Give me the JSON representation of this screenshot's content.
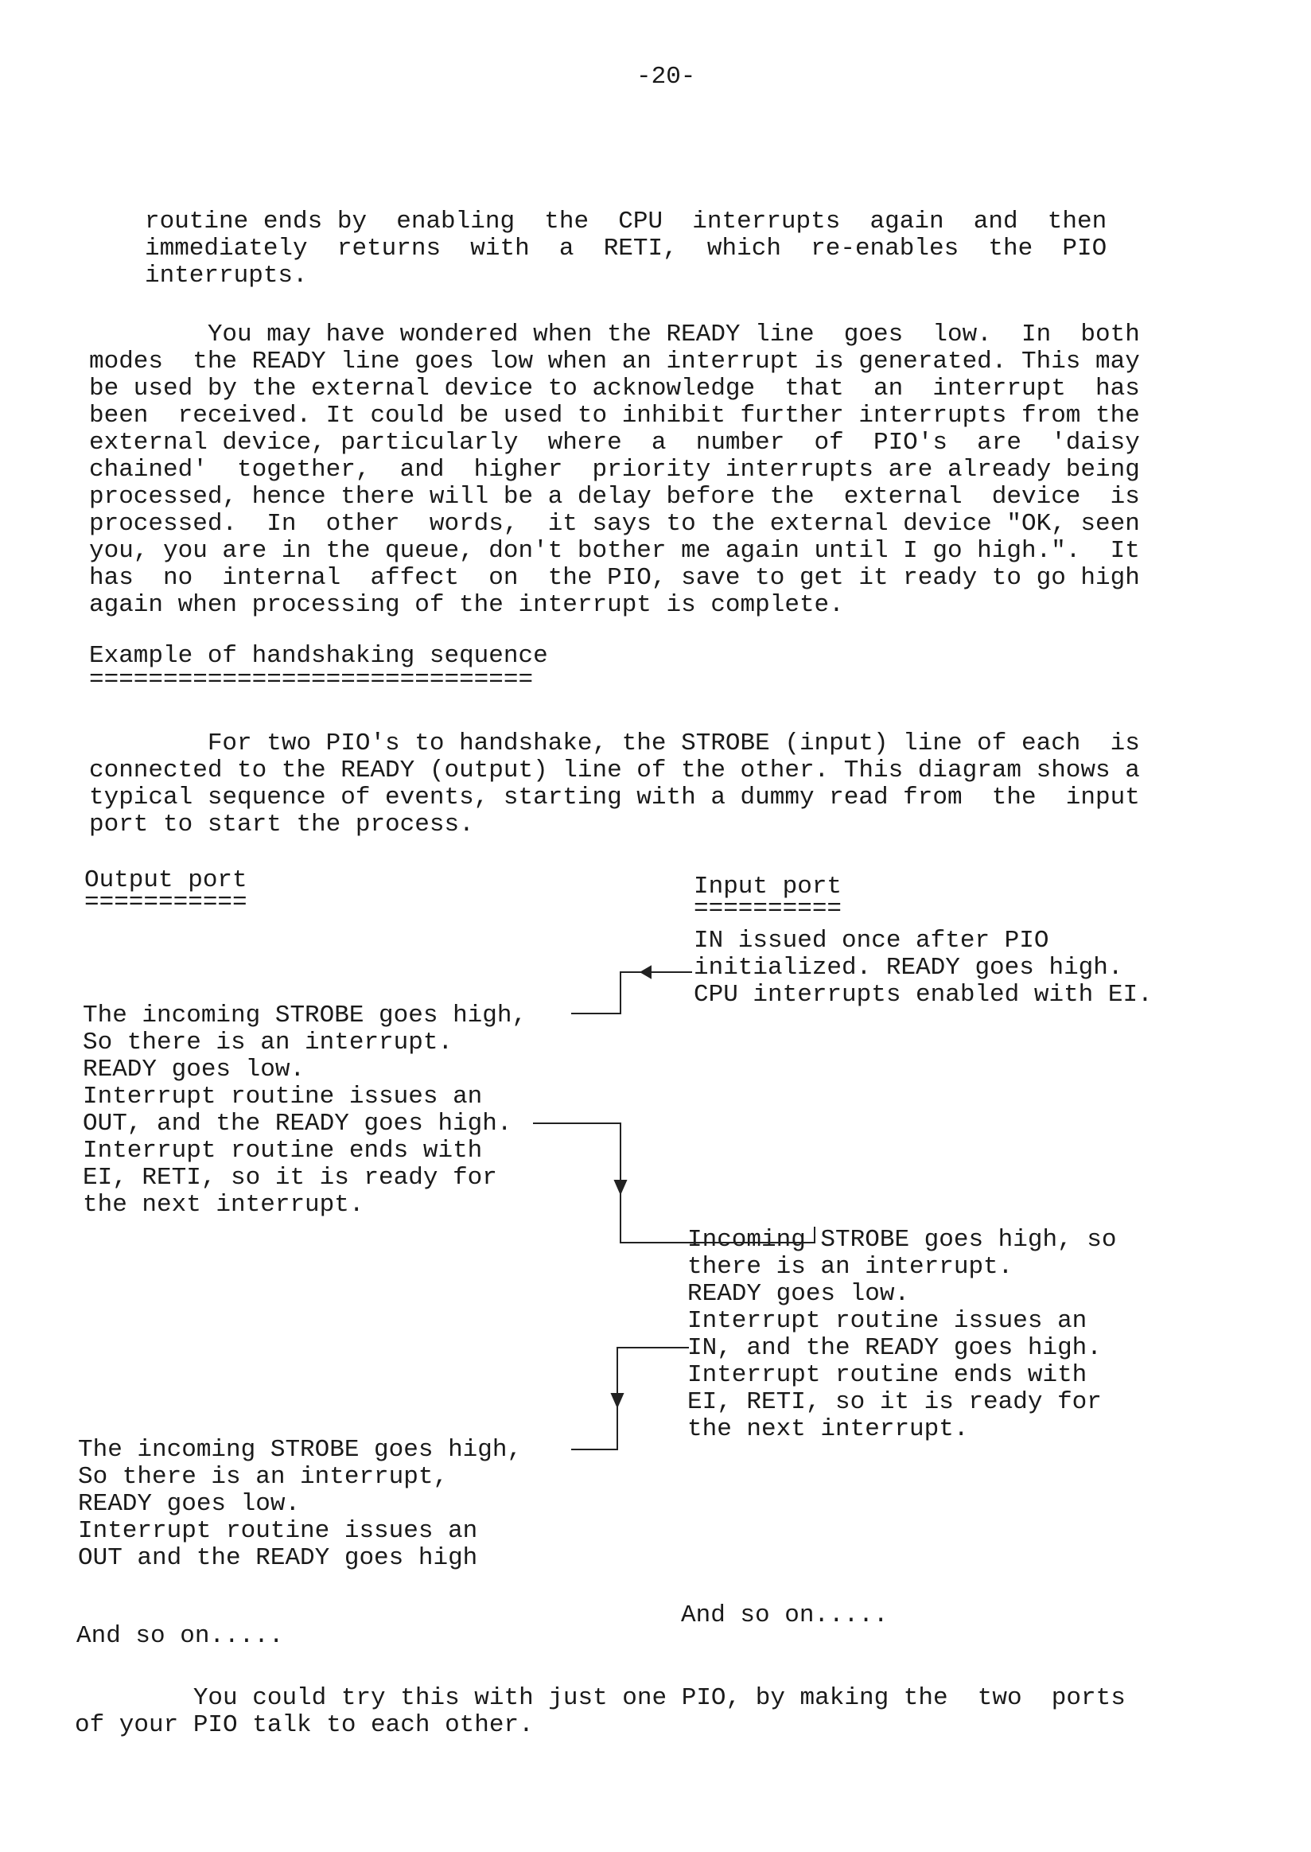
{
  "page_number": "-20-",
  "para1": [
    "routine ends by  enabling  the  CPU  interrupts  again  and  then",
    "immediately  returns  with  a  RETI,  which  re-enables  the  PIO",
    "interrupts."
  ],
  "para2": [
    "        You may have wondered when the READY line  goes  low.  In  both",
    "modes  the READY line goes low when an interrupt is generated. This may",
    "be used by the external device to acknowledge  that  an  interrupt  has",
    "been  received. It could be used to inhibit further interrupts from the",
    "external device, particularly  where  a  number  of  PIO's  are  'daisy",
    "chained'  together,  and  higher  priority interrupts are already being",
    "processed, hence there will be a delay before the  external  device  is",
    "processed.  In  other  words,  it says to the external device \"OK, seen",
    "you, you are in the queue, don't bother me again until I go high.\".  It",
    "has  no  internal  affect  on  the PIO, save to get it ready to go high",
    "again when processing of the interrupt is complete."
  ],
  "heading": {
    "text": "Example of handshaking sequence",
    "rule": "=============================="
  },
  "para3": [
    "        For two PIO's to handshake, the STROBE (input) line of each  is",
    "connected to the READY (output) line of the other. This diagram shows a",
    "typical sequence of events, starting with a dummy read from  the  input",
    "port to start the process."
  ],
  "output_col": {
    "header": "Output port",
    "rule": "===========",
    "block1": [
      "The incoming STROBE goes high,",
      "So there is an interrupt.",
      "READY goes low.",
      "Interrupt routine issues an",
      "OUT, and the READY goes high.",
      "Interrupt routine ends with",
      "EI, RETI, so it is ready for",
      "the next interrupt."
    ],
    "block2": [
      "The incoming STROBE goes high,",
      "So there is an interrupt,",
      "READY goes low.",
      "Interrupt routine issues an",
      "OUT and the READY goes high"
    ],
    "end": "And so on....."
  },
  "input_col": {
    "header": "Input port",
    "rule": "==========",
    "block1": [
      "IN issued once after PIO",
      "initialized. READY goes high.",
      "CPU interrupts enabled with EI."
    ],
    "block2": [
      "Incoming STROBE goes high, so",
      "there is an interrupt.",
      "READY goes low.",
      "Interrupt routine issues an",
      "IN, and the READY goes high.",
      "Interrupt routine ends with",
      "EI, RETI, so it is ready for",
      "the next interrupt."
    ],
    "end": "And so on....."
  },
  "closing": [
    "        You could try this with just one PIO, by making the  two  ports",
    "of your PIO talk to each other."
  ]
}
